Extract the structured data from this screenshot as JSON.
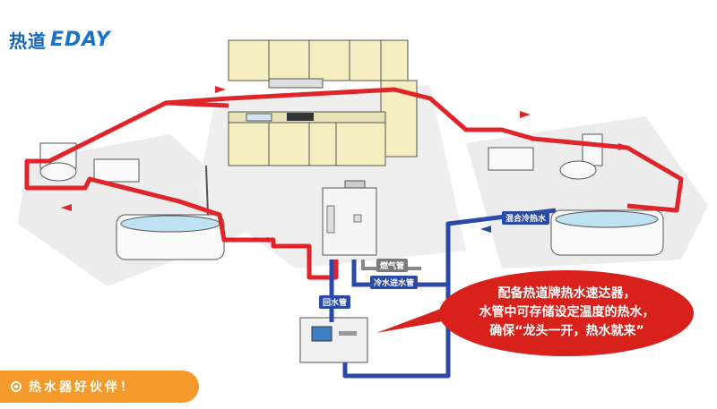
{
  "logo": {
    "cn": "热道",
    "en": "EDAY"
  },
  "callout": {
    "line1": "配备热道牌热水速达器，",
    "line2": "水管中可存储设定温度的热水，",
    "line3": "确保“龙头一开，热水就来”"
  },
  "pipe_labels": {
    "gas": "燃气管",
    "cold_inlet": "冷水进水管",
    "return": "回水管",
    "mixed": "混合冷热水"
  },
  "banner": {
    "text": "热水器好伙伴！"
  },
  "colors": {
    "hot_pipe": "#e0252a",
    "cold_pipe": "#2a4aa8",
    "callout_bg": "#d9211c",
    "banner_bg": "#f39a2b",
    "floor": "#ececec"
  }
}
